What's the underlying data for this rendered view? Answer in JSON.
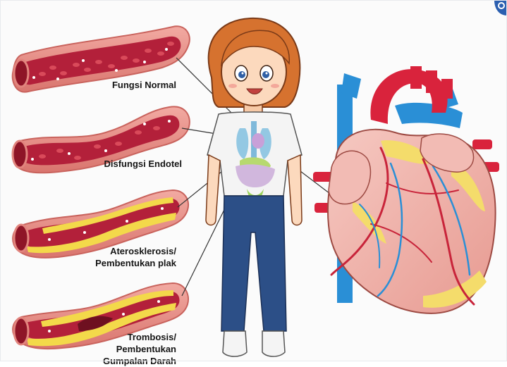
{
  "labels": {
    "normal": "Fungsi Normal",
    "endothelial": "Disfungsi Endotel",
    "athero_line1": "Aterosklerosis/",
    "athero_line2": "Pembentukan plak",
    "thrombo_line1": "Trombosis/",
    "thrombo_line2": "Pembentukan",
    "thrombo_line3": "Gumpalan Darah"
  },
  "colors": {
    "vessel_outer": "#e98f88",
    "vessel_lumen": "#b5203a",
    "plaque": "#f3d94a",
    "shirt": "#f4f4f4",
    "jeans": "#2c4f87",
    "hair": "#d6722f",
    "heart_muscle": "#f0b2aa",
    "aorta": "#d9233c",
    "vein": "#2a8fd6",
    "fat": "#f4dc6b"
  },
  "icons": {
    "girl": "girl-illustration",
    "heart": "heart-illustration",
    "vessels": "artery-cross-section"
  }
}
